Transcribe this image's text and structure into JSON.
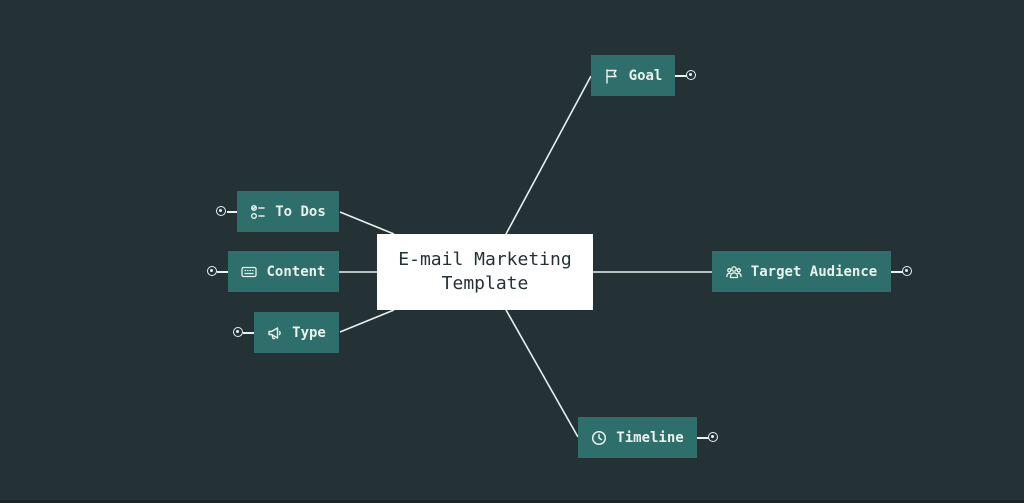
{
  "colors": {
    "background": "#253235",
    "node_fill": "#2f6f6b",
    "center_fill": "#ffffff",
    "line": "#e9f1ef"
  },
  "center": {
    "line1": "E-mail Marketing",
    "line2": "Template"
  },
  "nodes": {
    "goal": {
      "label": "Goal",
      "icon": "flag-icon"
    },
    "todos": {
      "label": "To Dos",
      "icon": "checklist-icon"
    },
    "content": {
      "label": "Content",
      "icon": "keyboard-icon"
    },
    "type": {
      "label": "Type",
      "icon": "megaphone-icon"
    },
    "target": {
      "label": "Target Audience",
      "icon": "users-icon"
    },
    "timeline": {
      "label": "Timeline",
      "icon": "clock-icon"
    }
  }
}
